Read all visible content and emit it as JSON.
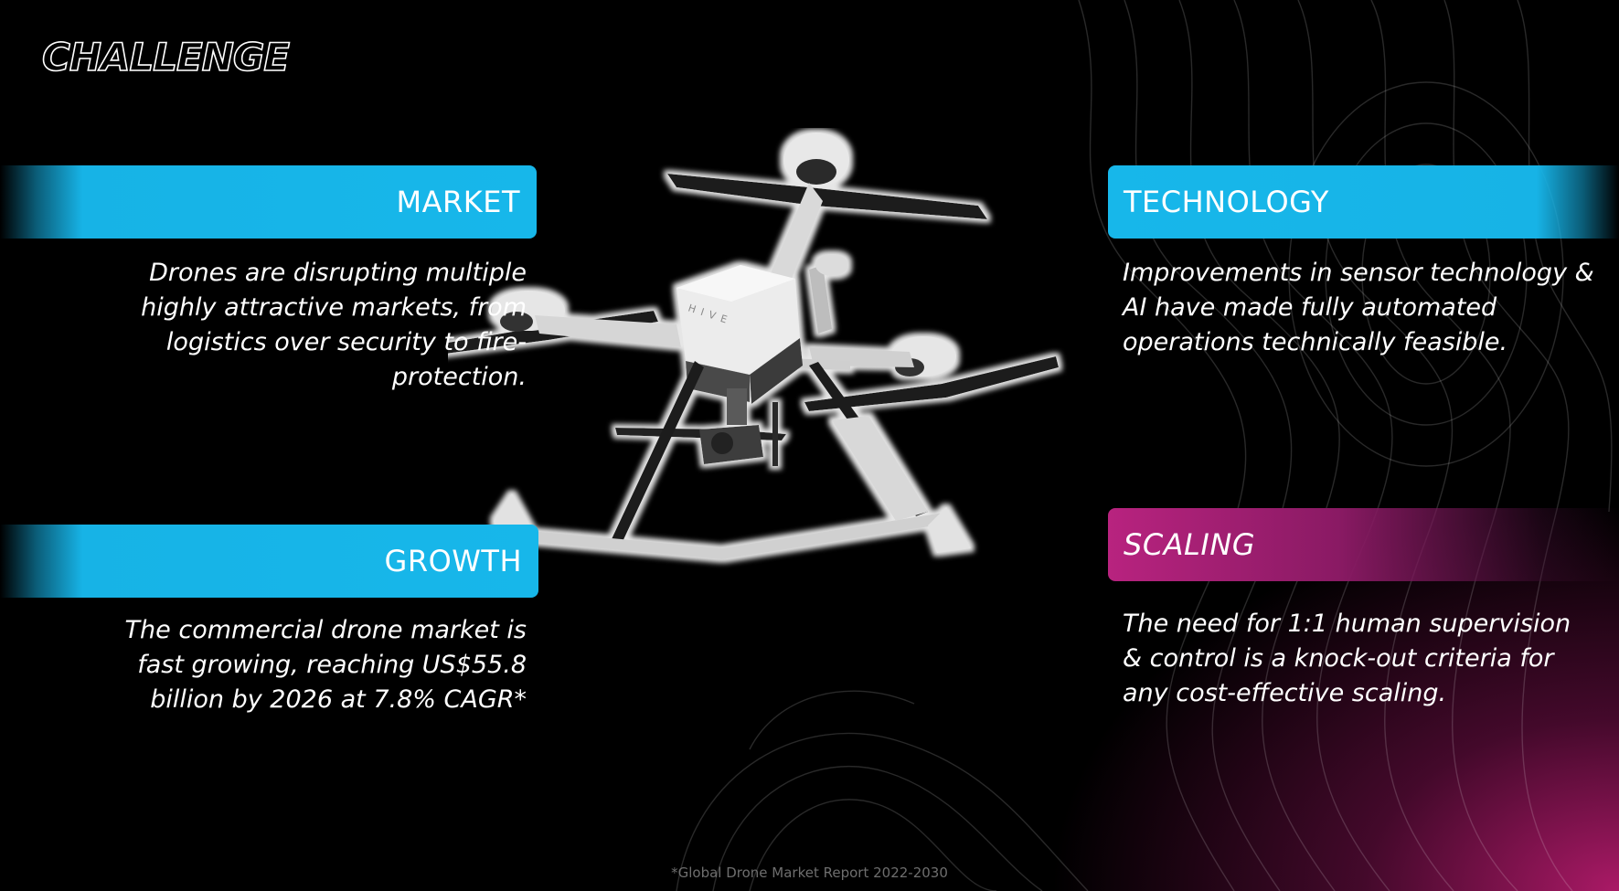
{
  "title": "CHALLENGE",
  "market": {
    "label": "MARKET",
    "text": "Drones are disrupting multiple highly attractive markets, from logistics over security to fire-protection."
  },
  "technology": {
    "label": "TECHNOLOGY",
    "text": "Improvements in sensor technology & AI have made fully automated operations technically feasible."
  },
  "growth": {
    "label": "GROWTH",
    "text": "The commercial drone market is fast growing, reaching US$55.8 billion by 2026 at 7.8% CAGR*"
  },
  "scaling": {
    "label": "SCALING",
    "text": "The need for 1:1 human supervision & control is a knock-out criteria for any cost-effective scaling."
  },
  "drone": {
    "logo": "HIVE"
  },
  "footnote": "*Global Drone Market Report 2022-2030",
  "colors": {
    "accent_blue": "#17b7ea",
    "accent_magenta": "#b8237f",
    "background": "#000000"
  },
  "icons": {
    "background_pattern": "topographic-contour-lines",
    "hero_image": "quadcopter-drone"
  }
}
